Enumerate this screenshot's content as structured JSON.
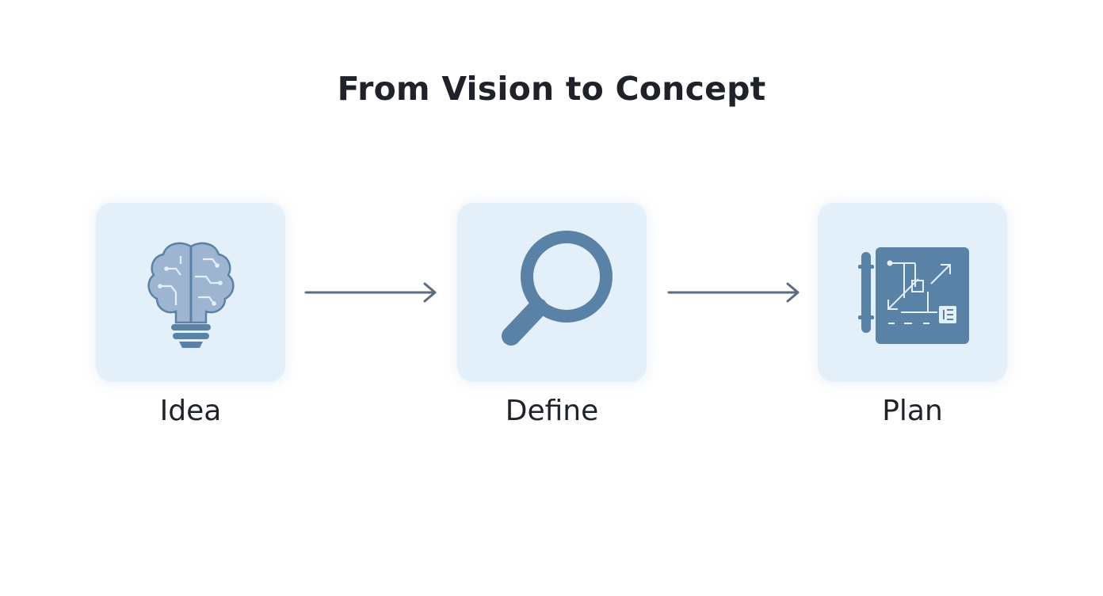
{
  "diagram": {
    "title": "From Vision to Concept",
    "steps": [
      {
        "label": "Idea",
        "icon": "lightbulb-brain-icon"
      },
      {
        "label": "Define",
        "icon": "magnifying-glass-icon"
      },
      {
        "label": "Plan",
        "icon": "blueprint-icon"
      }
    ],
    "connectors": [
      "arrow-right",
      "arrow-right"
    ]
  },
  "colors": {
    "box_background": "#e3f0fa",
    "icon_primary": "#5a81a6",
    "icon_light": "#9db5d1",
    "arrow": "#5d6b80",
    "text": "#1f2329",
    "page_background": "#ffffff"
  }
}
